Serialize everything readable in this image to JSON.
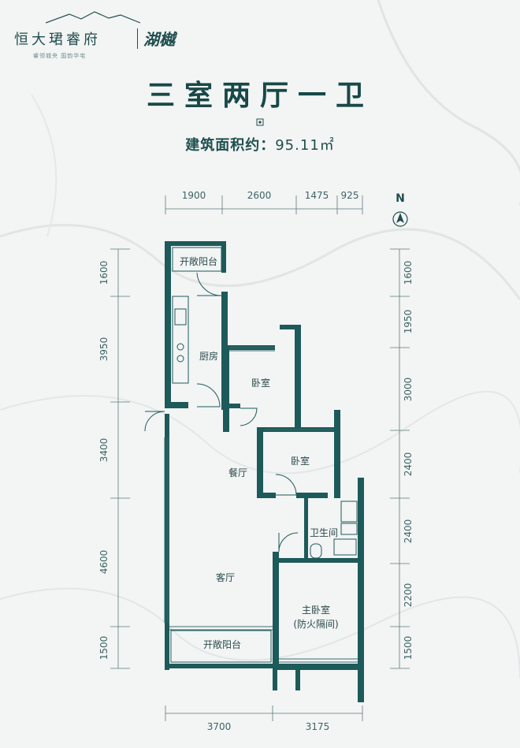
{
  "brand": {
    "name": "恒大珺睿府",
    "sub_brand": "湖樾",
    "slogan": "睿领城央  国韵华宅"
  },
  "title": "三室两厅一卫",
  "area": {
    "label": "建筑面积约：",
    "value": "95.11㎡"
  },
  "compass": {
    "label": "N"
  },
  "dimensions": {
    "top": [
      "1900",
      "2600",
      "1475",
      "925"
    ],
    "bottom": [
      "3700",
      "3175"
    ],
    "left": [
      "1600",
      "3950",
      "3400",
      "4600",
      "1500"
    ],
    "right": [
      "1600",
      "1950",
      "3000",
      "2400",
      "2400",
      "2200",
      "1500"
    ]
  },
  "rooms": {
    "balcony_top": "开敞阳台",
    "kitchen": "厨房",
    "bedroom_1": "卧室",
    "bedroom_2": "卧室",
    "dining": "餐厅",
    "bathroom": "卫生间",
    "living": "客厅",
    "master_bedroom": "主卧室",
    "master_note": "(防火隔间)",
    "balcony_bottom": "开敞阳台"
  },
  "colors": {
    "wall": "#1d5a5a",
    "text": "#1f4e4e",
    "background": "#f4f5f5"
  }
}
